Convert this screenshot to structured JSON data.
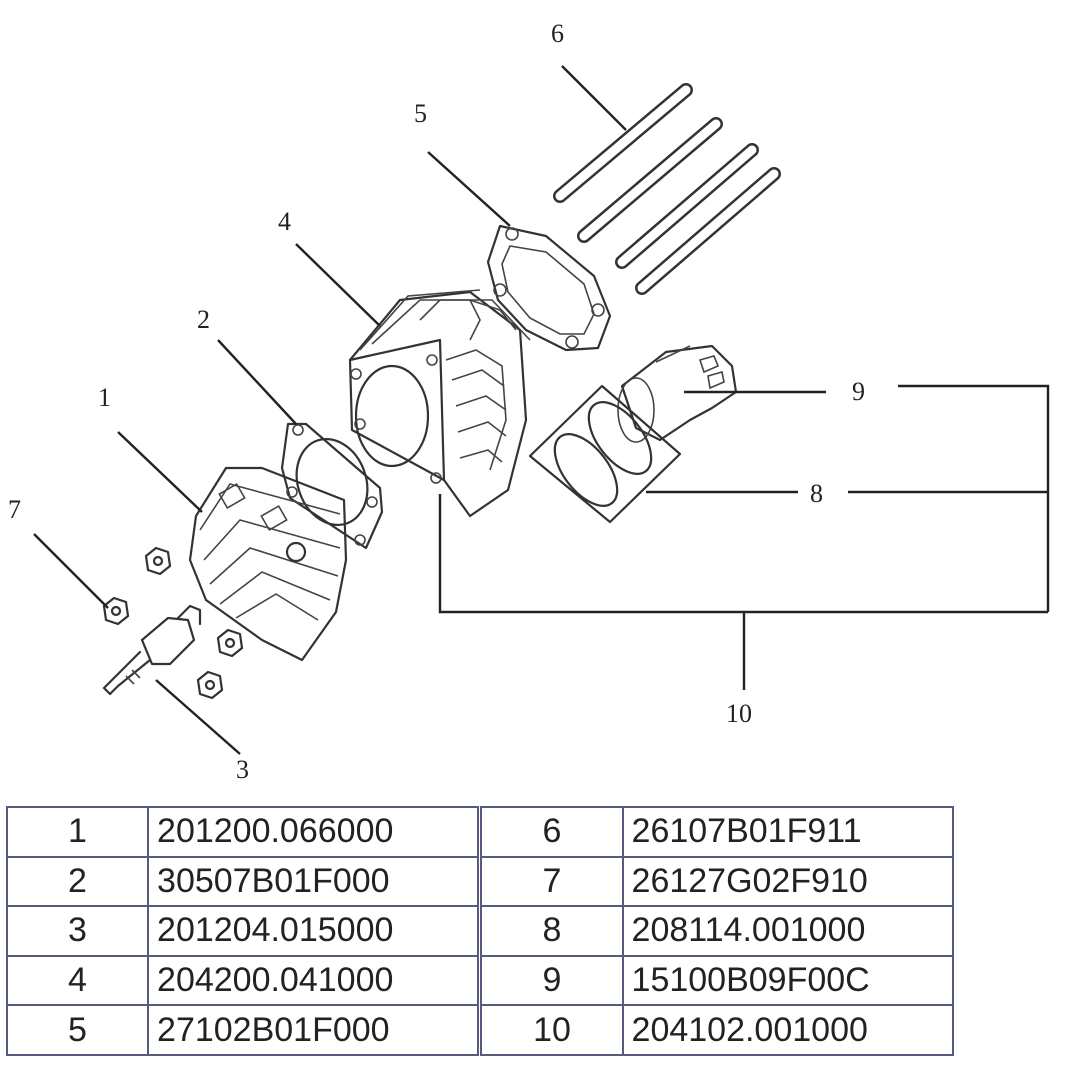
{
  "callouts": {
    "c1": "1",
    "c2": "2",
    "c3": "3",
    "c4": "4",
    "c5": "5",
    "c6": "6",
    "c7": "7",
    "c8": "8",
    "c9": "9",
    "c10": "10"
  },
  "parts_table": {
    "rows": [
      {
        "left_no": "1",
        "left_code": "201200.066000",
        "right_no": "6",
        "right_code": "26107B01F911"
      },
      {
        "left_no": "2",
        "left_code": "30507B01F000",
        "right_no": "7",
        "right_code": "26127G02F910"
      },
      {
        "left_no": "3",
        "left_code": "201204.015000",
        "right_no": "8",
        "right_code": "208114.001000"
      },
      {
        "left_no": "4",
        "left_code": "204200.041000",
        "right_no": "9",
        "right_code": "15100B09F00C"
      },
      {
        "left_no": "5",
        "left_code": "27102B01F000",
        "right_no": "10",
        "right_code": "204102.001000"
      }
    ]
  }
}
